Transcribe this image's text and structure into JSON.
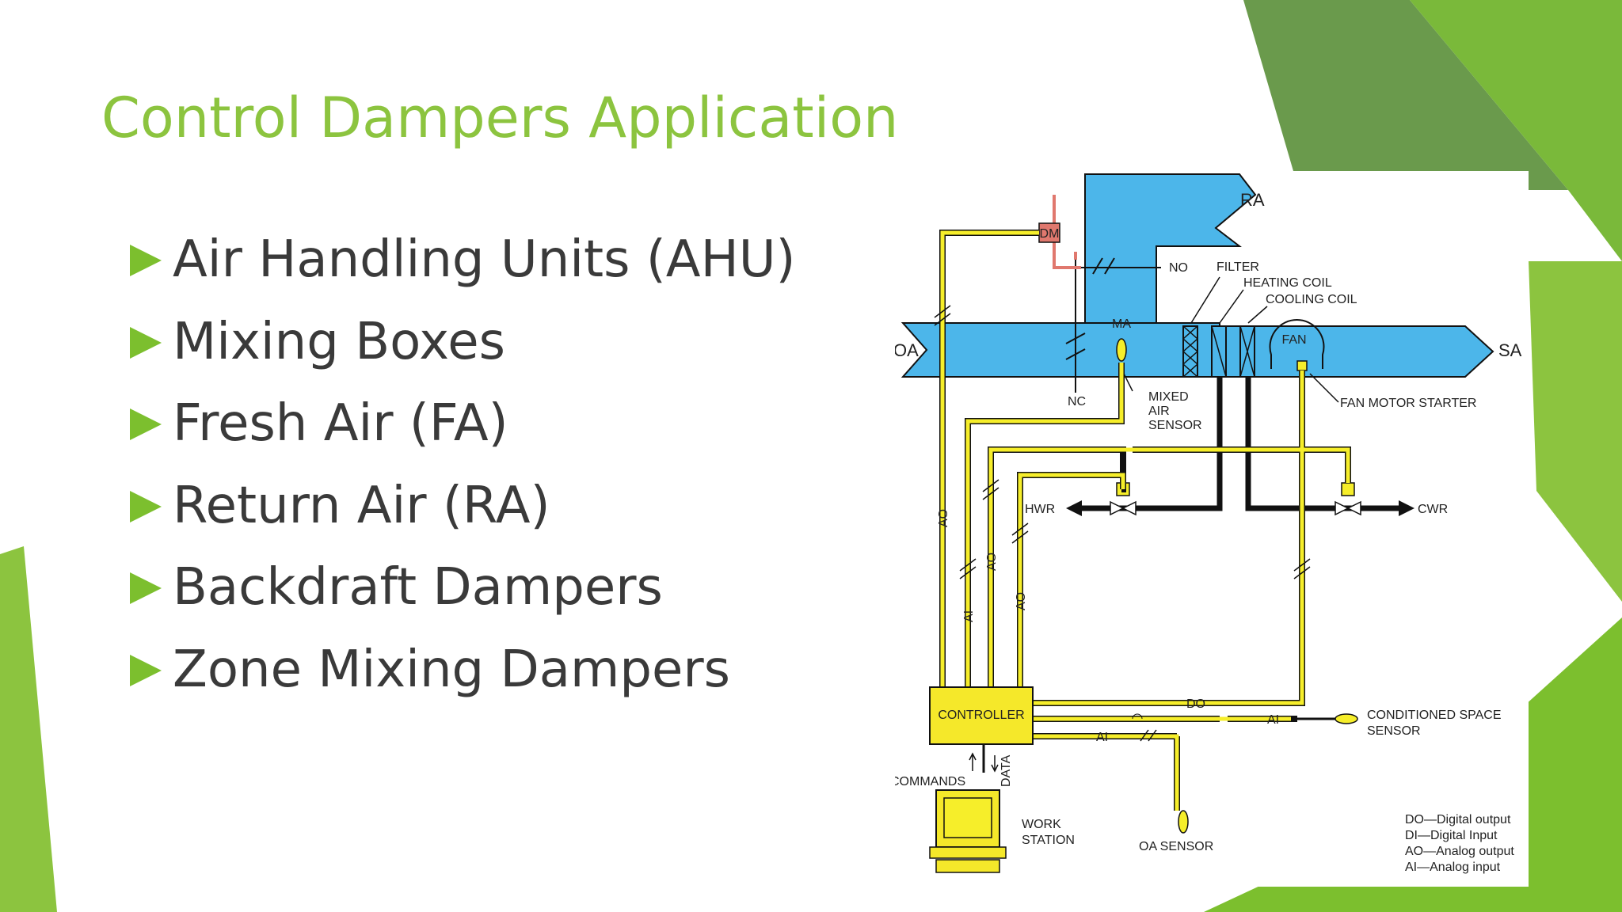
{
  "slide": {
    "title": "Control Dampers Application",
    "bullets": [
      "Air Handling Units (AHU)",
      "Mixing Boxes",
      "Fresh Air (FA)",
      "Return Air (RA)",
      "Backdraft Dampers",
      "Zone Mixing Dampers"
    ]
  },
  "diagram": {
    "ra": "RA",
    "oa": "OA",
    "sa": "SA",
    "ma": "MA",
    "dm": "DM",
    "no": "NO",
    "nc": "NC",
    "filter": "FILTER",
    "heating_coil": "HEATING COIL",
    "cooling_coil": "COOLING COIL",
    "fan": "FAN",
    "fan_motor_starter": "FAN MOTOR STARTER",
    "mixed_air_sensor": [
      "MIXED",
      "AIR",
      "SENSOR"
    ],
    "hwr": "HWR",
    "cwr": "CWR",
    "controller": "CONTROLLER",
    "do": "DO",
    "ai": "AI",
    "ao": "AO",
    "conditioned_space_sensor": [
      "CONDITIONED SPACE",
      "SENSOR"
    ],
    "commands": "COMMANDS",
    "data": "DATA",
    "work_station": [
      "WORK",
      "STATION"
    ],
    "oa_sensor": "OA SENSOR",
    "legend": [
      "DO—Digital output",
      "DI—Digital Input",
      "AO—Analog output",
      "AI—Analog input"
    ]
  },
  "colors": {
    "title": "#8cc43f",
    "bullet_marker": "#7cbf2e",
    "duct": "#4cb6ea",
    "signal_wire": "#f6ee2a",
    "controller": "#f5e82a",
    "damper_motor": "#e0786e"
  }
}
